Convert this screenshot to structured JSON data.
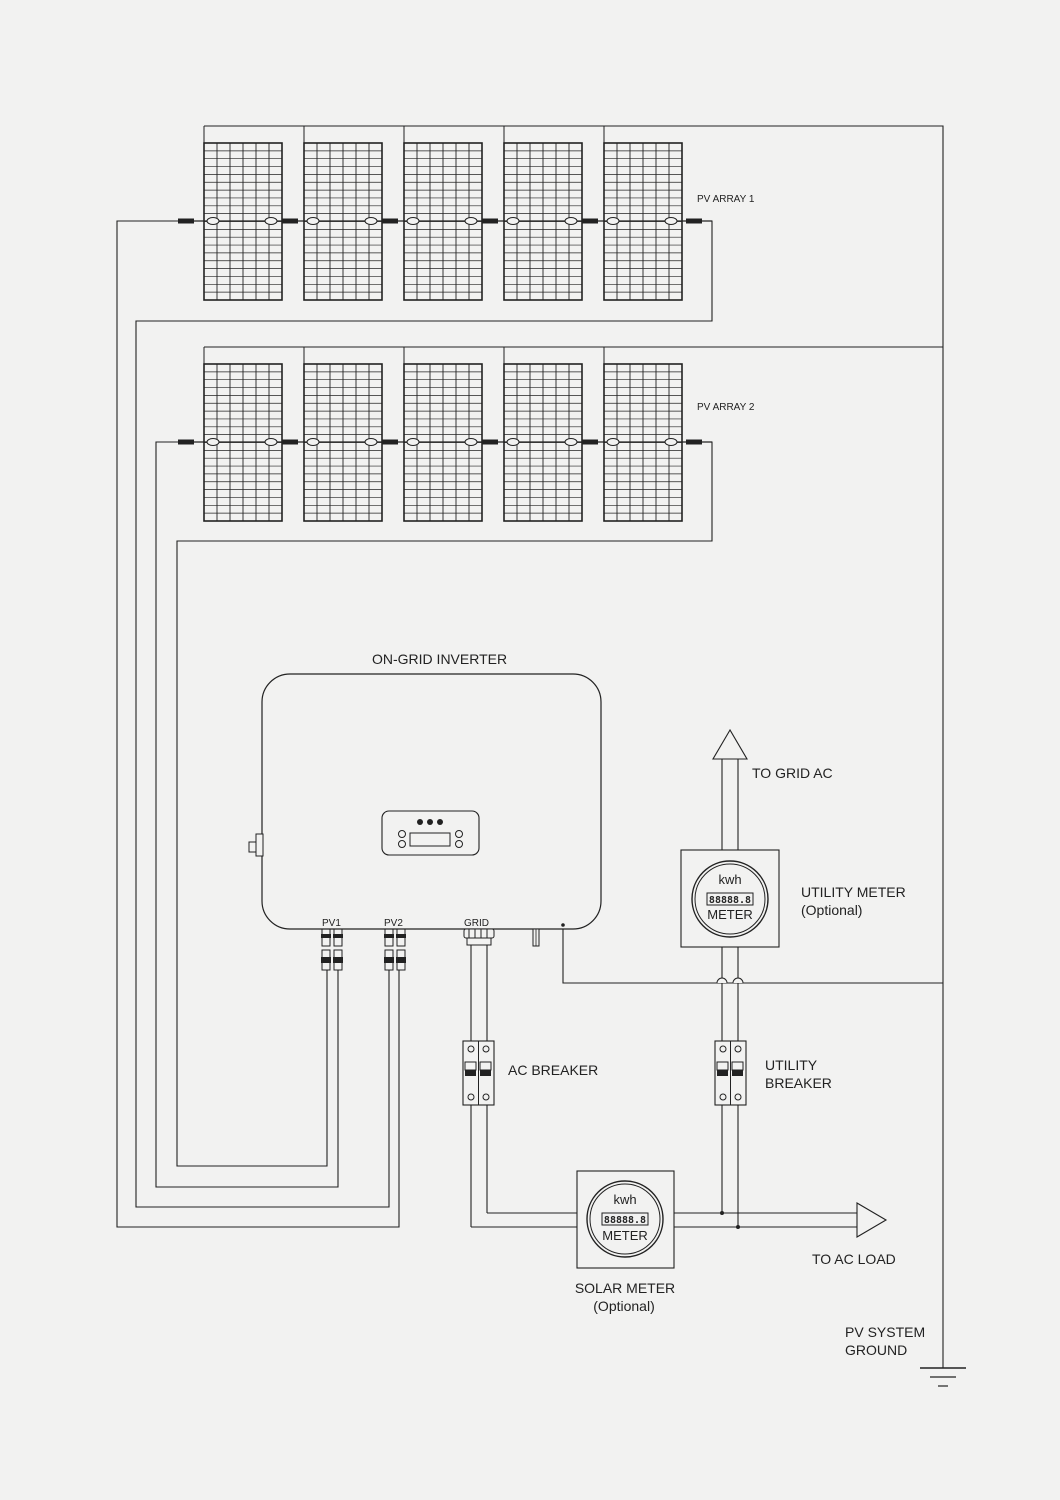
{
  "arrays": [
    {
      "label": "PV ARRAY 1",
      "panel_count": 5
    },
    {
      "label": "PV ARRAY 2",
      "panel_count": 5
    }
  ],
  "inverter": {
    "title": "ON-GRID INVERTER",
    "ports": {
      "pv1": "PV1",
      "pv2": "PV2",
      "grid": "GRID"
    }
  },
  "ac_breaker": {
    "label": "AC BREAKER"
  },
  "utility_breaker": {
    "label_line1": "UTILITY",
    "label_line2": "BREAKER"
  },
  "utility_meter": {
    "label_line1": "UTILITY METER",
    "label_line2": "(Optional)",
    "unit": "kwh",
    "display": "88888.8",
    "name": "METER"
  },
  "solar_meter": {
    "label_line1": "SOLAR METER",
    "label_line2": "(Optional)",
    "unit": "kwh",
    "display": "88888.8",
    "name": "METER"
  },
  "grid_arrow": {
    "label": "TO GRID AC"
  },
  "load_arrow": {
    "label": "TO AC LOAD"
  },
  "ground": {
    "label_line1": "PV SYSTEM",
    "label_line2": "GROUND"
  },
  "colors": {
    "line": "#222222",
    "background": "#f2f2f1"
  }
}
